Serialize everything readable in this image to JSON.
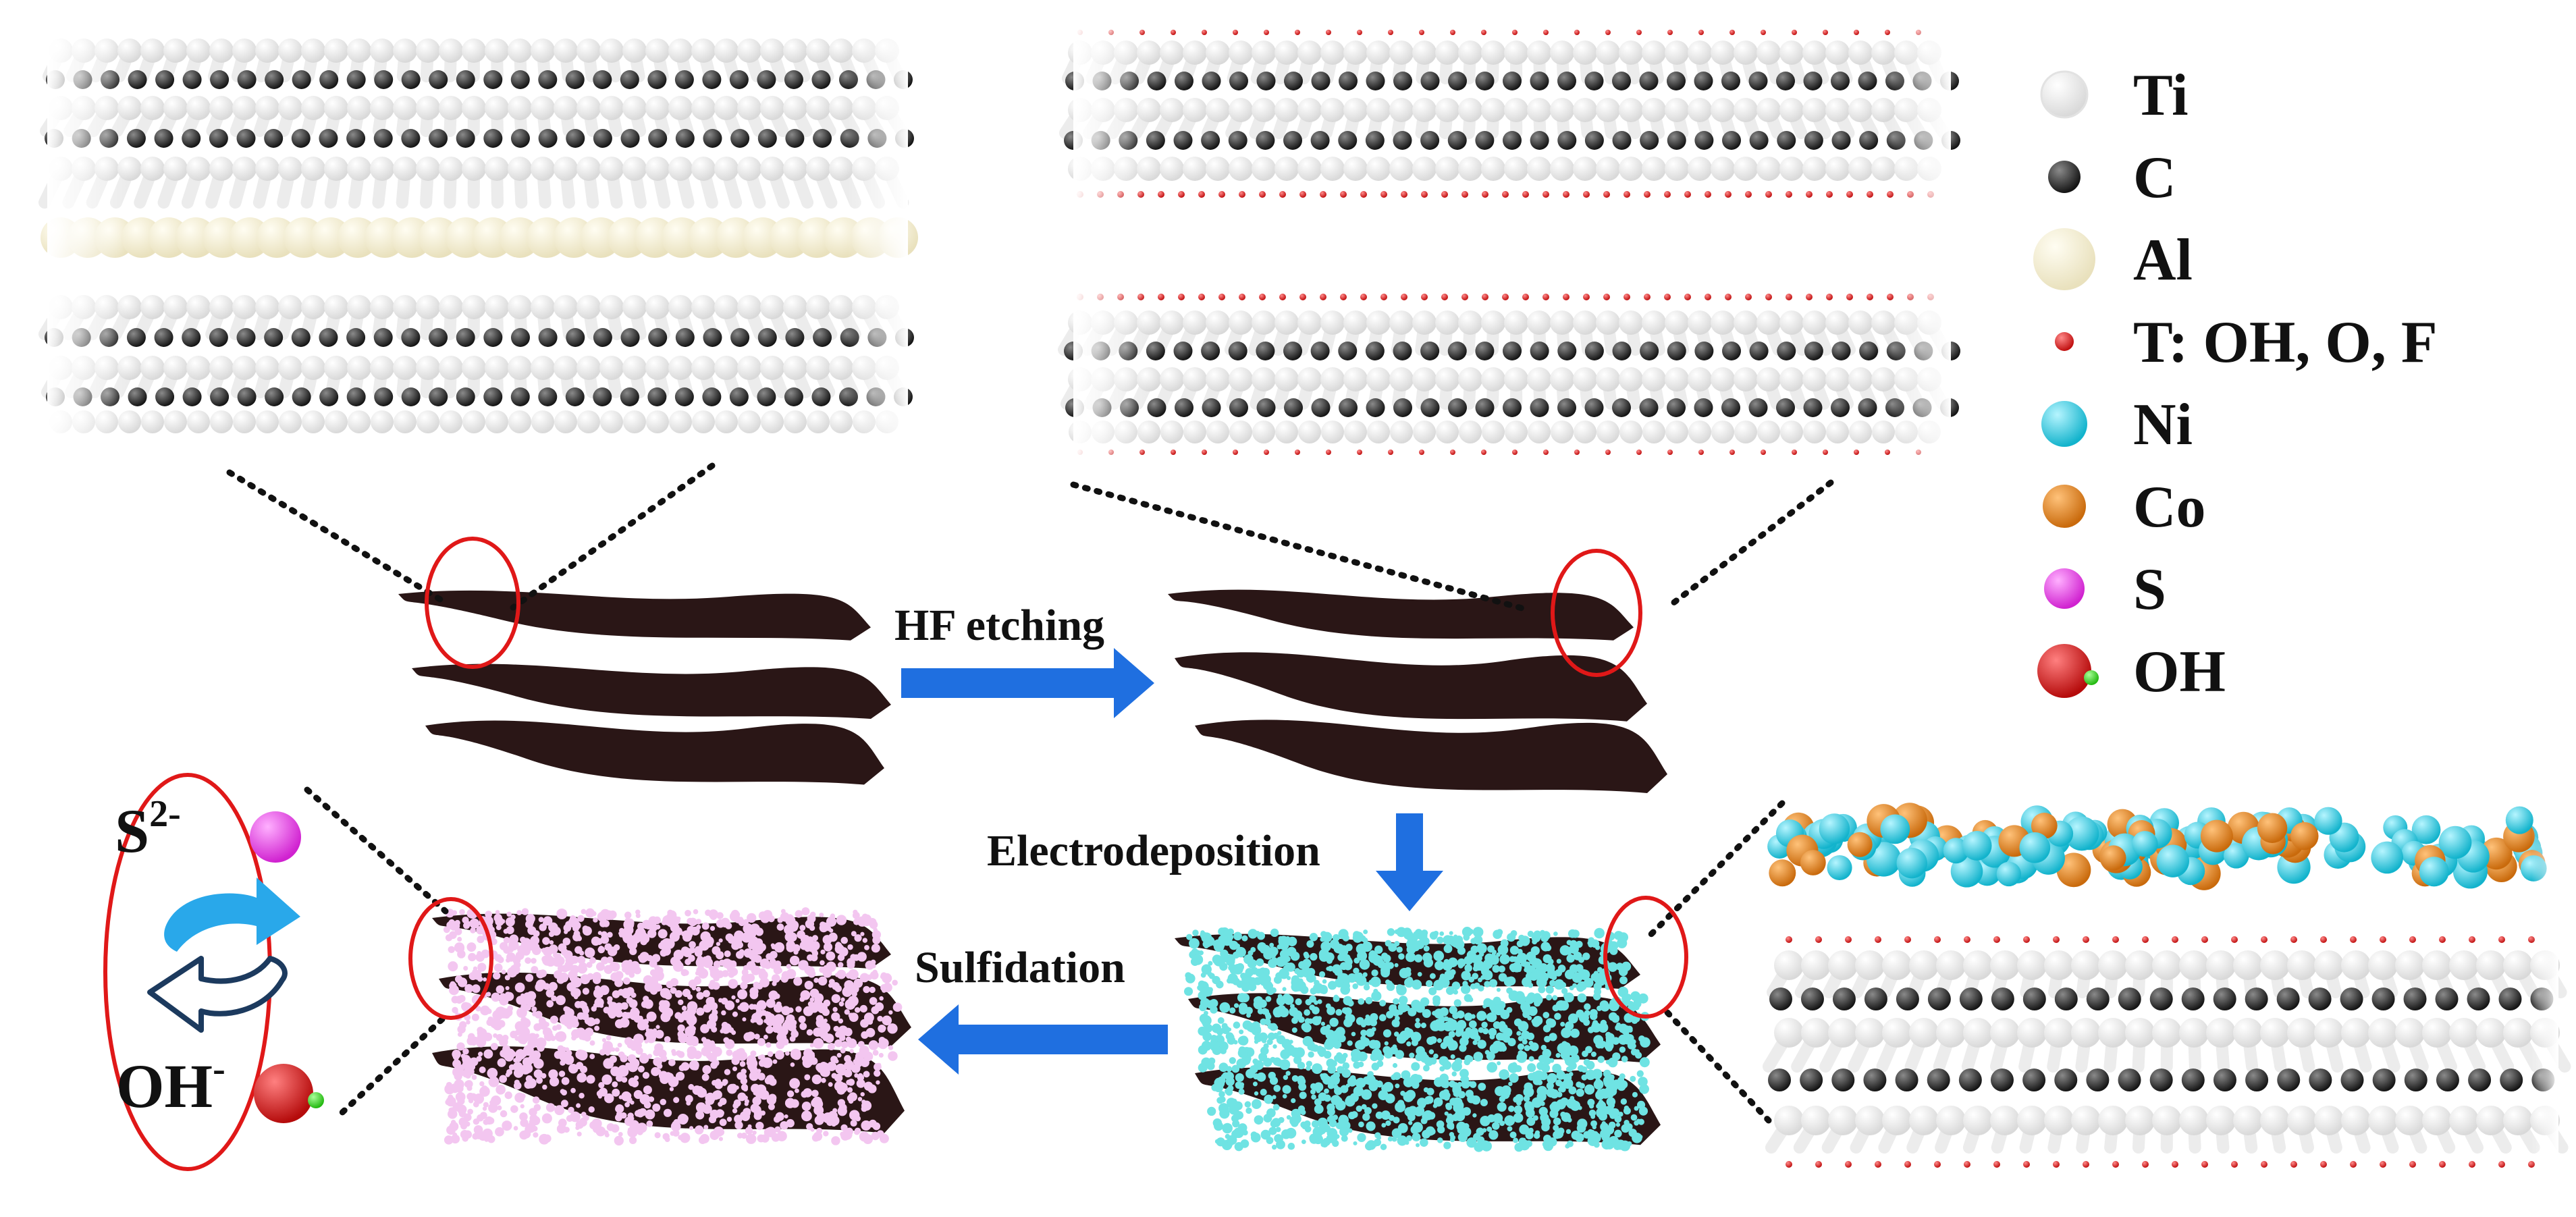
{
  "legend": [
    {
      "symbol": "Ti",
      "label": "Ti",
      "color": "#ffffff",
      "stroke": "#e6e6e6"
    },
    {
      "symbol": "C",
      "label": "C",
      "color": "#2b2b2b",
      "stroke": "#111111"
    },
    {
      "symbol": "Al",
      "label": "Al",
      "color": "#fbf7e3",
      "stroke": "#e3dcbb"
    },
    {
      "symbol": "T",
      "label": "T: OH, O, F",
      "color": "#e02020",
      "stroke": "#a81010"
    },
    {
      "symbol": "Ni",
      "label": "Ni",
      "color": "#2fd0e6",
      "stroke": "#15a3b8"
    },
    {
      "symbol": "Co",
      "label": "Co",
      "color": "#e8861c",
      "stroke": "#b86410"
    },
    {
      "symbol": "S",
      "label": "S",
      "color": "#ee44ee",
      "stroke": "#b722b7"
    },
    {
      "symbol": "OH",
      "label": "OH",
      "color": "#e41616",
      "stroke": "#9e0d0d"
    }
  ],
  "steps": {
    "etching": "HF etching",
    "electrodeposition": "Electrodeposition",
    "sulfidation": "Sulfidation"
  },
  "exchange": {
    "sulfide_ion": "S",
    "sulfide_charge": "2-",
    "hydroxide_ion": "OH",
    "hydroxide_charge": "-"
  },
  "colors": {
    "arrow": "#1f6fe0",
    "circle": "#e01818",
    "sheet": "#2a1616",
    "nico_deposit": "#6fe3e3",
    "sulfide_deposit": "#f3c6f0",
    "exchange_arrow": "#29a8ea",
    "exchange_arrow_outline": "#1c3a5e"
  }
}
